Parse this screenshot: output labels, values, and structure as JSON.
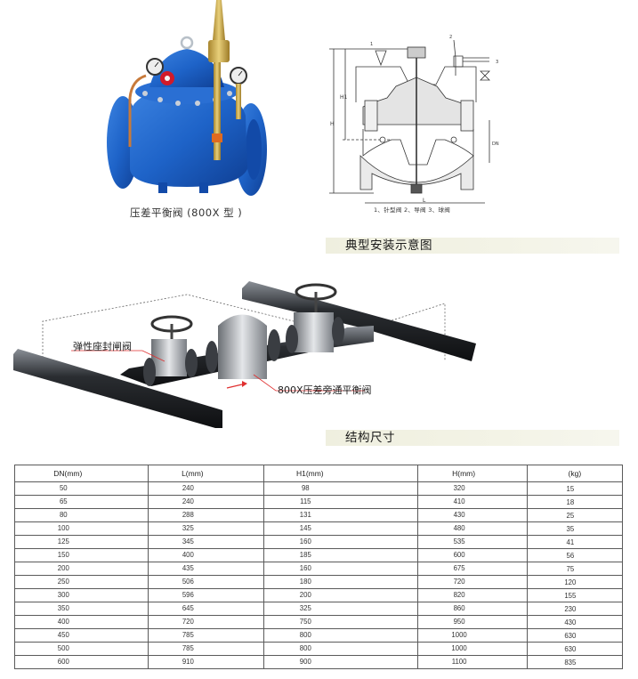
{
  "product": {
    "caption": "压差平衡阀 (800X 型 )",
    "colors": {
      "body": "#1e63c8",
      "brass": "#c9a54a",
      "handwheel": "#d11a2a"
    }
  },
  "diagram": {
    "labels": {
      "dim_H": "H",
      "dim_H1": "H1",
      "dim_DN": "DN",
      "dim_L": "L",
      "callout_1": "1",
      "callout_2": "2",
      "callout_3": "3"
    },
    "legend": "1、针型阀   2、导阀   3、球阀"
  },
  "sections": {
    "installation_title": "典型安装示意图",
    "dimensions_title": "结构尺寸"
  },
  "installation": {
    "callout_gate_valve": "弹性座封闸阀",
    "callout_balance_valve": "800X压差旁通平衡阀",
    "accent_color": "#e03030"
  },
  "table": {
    "headers": [
      "DN(mm)",
      "L(mm)",
      "H1(mm)",
      "H(mm)",
      "(kg)"
    ],
    "rows": [
      [
        "50",
        "240",
        "98",
        "320",
        "15"
      ],
      [
        "65",
        "240",
        "115",
        "410",
        "18"
      ],
      [
        "80",
        "288",
        "131",
        "430",
        "25"
      ],
      [
        "100",
        "325",
        "145",
        "480",
        "35"
      ],
      [
        "125",
        "345",
        "160",
        "535",
        "41"
      ],
      [
        "150",
        "400",
        "185",
        "600",
        "56"
      ],
      [
        "200",
        "435",
        "160",
        "675",
        "75"
      ],
      [
        "250",
        "506",
        "180",
        "720",
        "120"
      ],
      [
        "300",
        "596",
        "200",
        "820",
        "155"
      ],
      [
        "350",
        "645",
        "325",
        "860",
        "230"
      ],
      [
        "400",
        "720",
        "750",
        "950",
        "430"
      ],
      [
        "450",
        "785",
        "800",
        "1000",
        "630"
      ],
      [
        "500",
        "785",
        "800",
        "1000",
        "630"
      ],
      [
        "600",
        "910",
        "900",
        "1100",
        "835"
      ]
    ]
  }
}
